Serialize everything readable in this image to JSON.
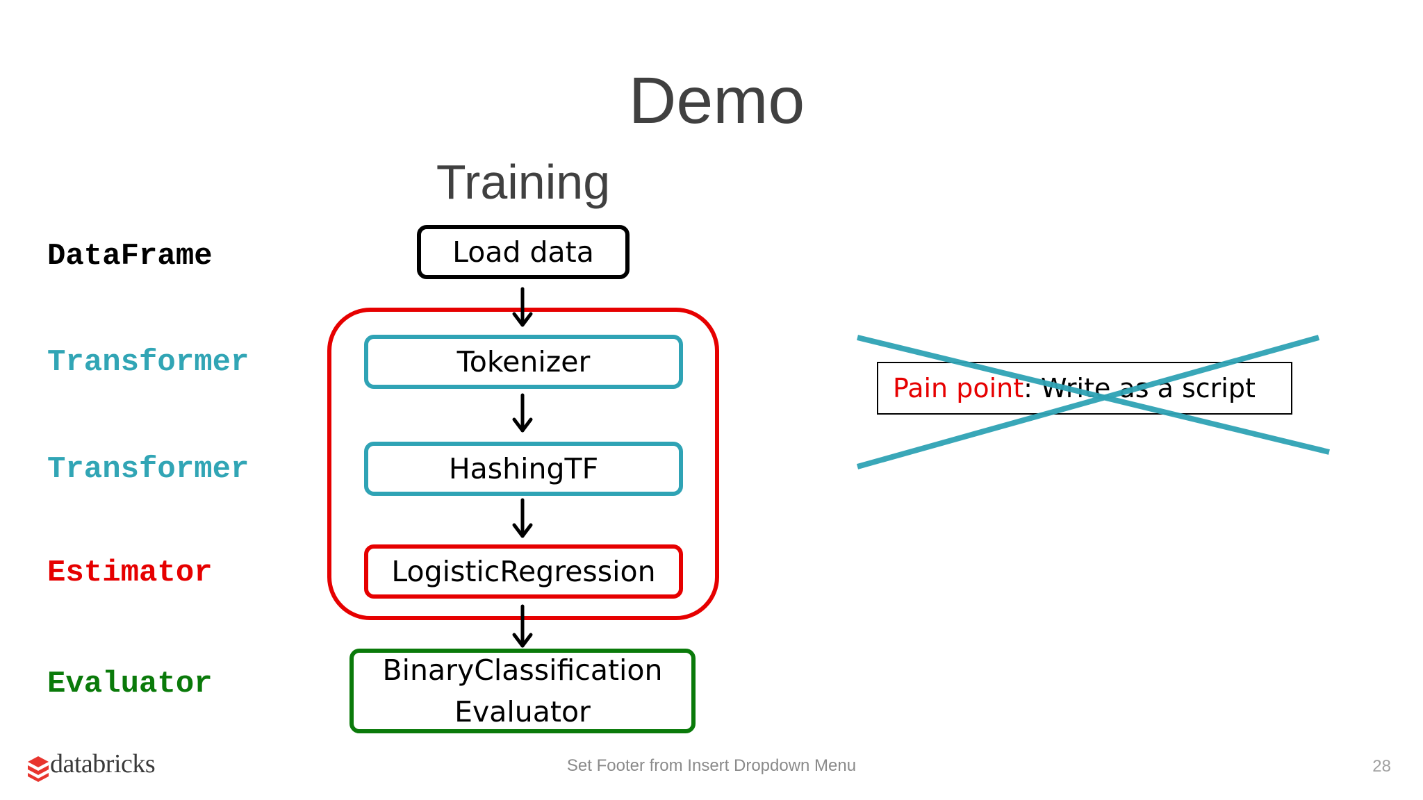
{
  "title": "Demo",
  "subtitle": "Training",
  "roles": [
    {
      "label": "DataFrame",
      "color": "#000000"
    },
    {
      "label": "Transformer",
      "color": "#31a5b5"
    },
    {
      "label": "Transformer",
      "color": "#31a5b5"
    },
    {
      "label": "Estimator",
      "color": "#e60000"
    },
    {
      "label": "Evaluator",
      "color": "#0a7a0a"
    }
  ],
  "stages": [
    {
      "lines": [
        "Load data"
      ],
      "color": "#000000"
    },
    {
      "lines": [
        "Tokenizer"
      ],
      "color": "#2fa3b5"
    },
    {
      "lines": [
        "HashingTF"
      ],
      "color": "#2fa3b5"
    },
    {
      "lines": [
        "LogisticRegression"
      ],
      "color": "#e60000"
    },
    {
      "lines": [
        "BinaryClassification",
        "Evaluator"
      ],
      "color": "#0a7a0a"
    }
  ],
  "pipeline_group_color": "#e60000",
  "pain_point": {
    "prefix": "Pain point",
    "rest": ": Write as a script",
    "prefix_color": "#e60000",
    "crossed_out": true,
    "cross_color": "#2fa3b5"
  },
  "footer": "Set Footer from Insert Dropdown Menu",
  "page_number": "28",
  "logo": "databricks",
  "logo_mark_color": "#e8352e"
}
